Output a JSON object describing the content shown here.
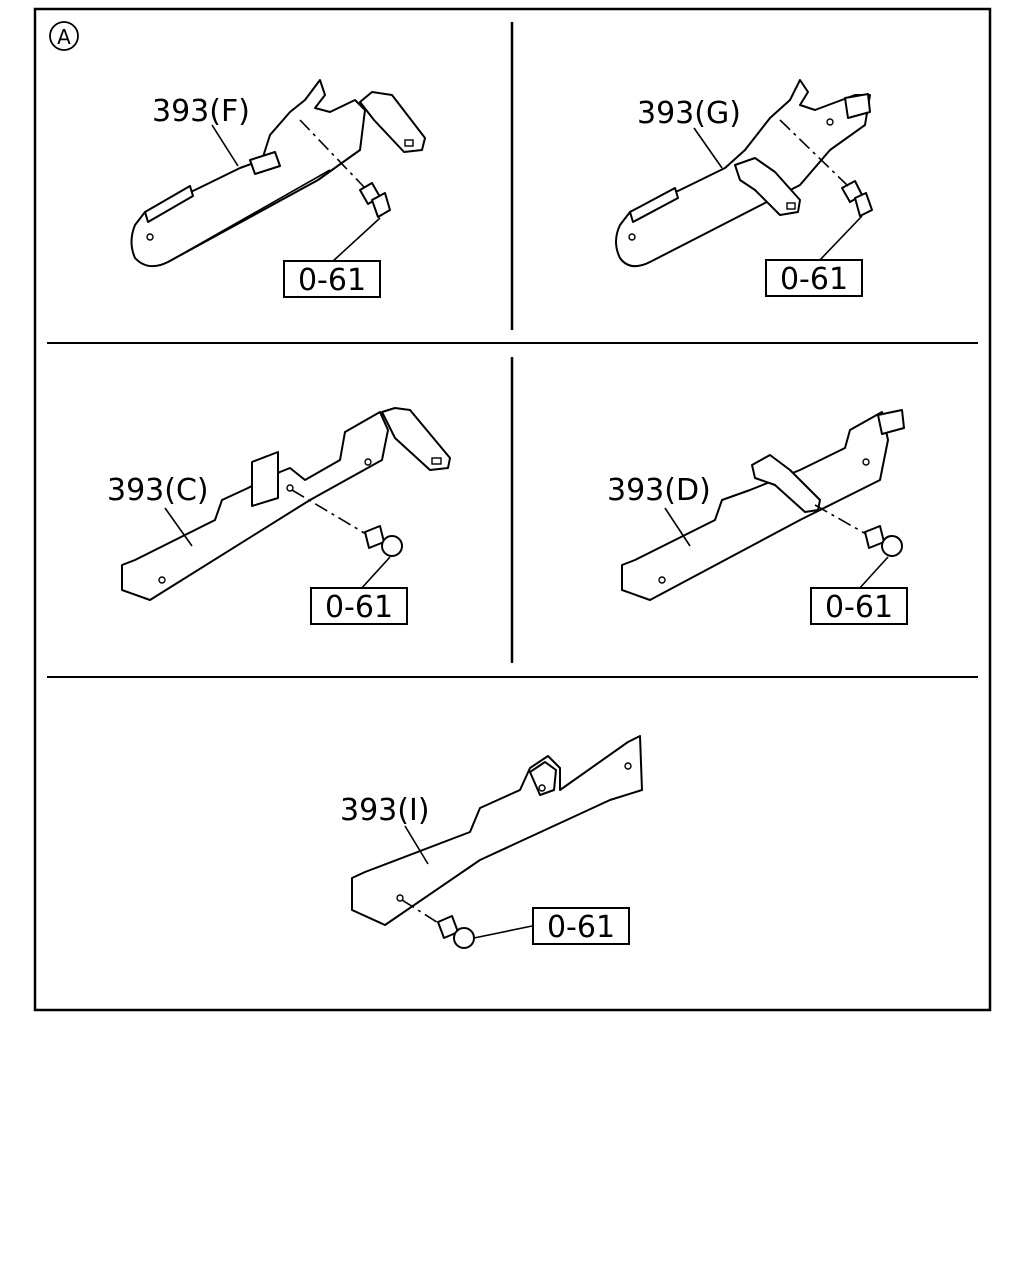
{
  "section_marker": "A",
  "panels": [
    {
      "id": "F",
      "part_label": "393(F)",
      "ref_code": "0-61"
    },
    {
      "id": "G",
      "part_label": "393(G)",
      "ref_code": "0-61"
    },
    {
      "id": "C",
      "part_label": "393(C)",
      "ref_code": "0-61"
    },
    {
      "id": "D",
      "part_label": "393(D)",
      "ref_code": "0-61"
    },
    {
      "id": "I",
      "part_label": "393(I)",
      "ref_code": "0-61"
    }
  ]
}
